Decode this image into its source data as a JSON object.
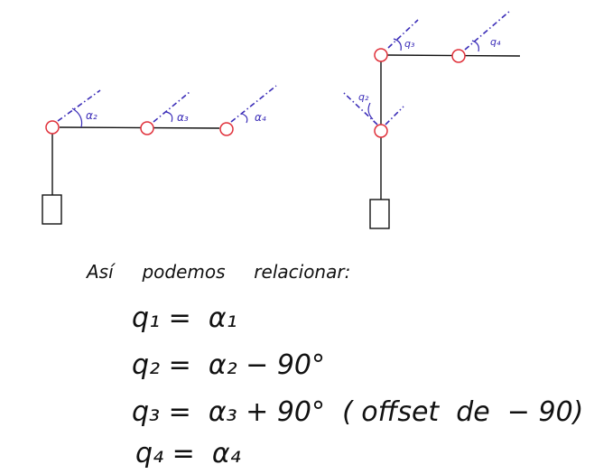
{
  "colors": {
    "ink": "#111111",
    "annotation": "#3b2db8",
    "joint": "#e0303a",
    "background": "#ffffff"
  },
  "left_diagram": {
    "angle_labels": [
      "α₂",
      "α₃",
      "α₄"
    ]
  },
  "right_diagram": {
    "angle_labels": [
      "q₂",
      "q₃",
      "q₄"
    ]
  },
  "text": {
    "intro": "Así     podemos     relacionar:",
    "eq1": "q₁ =  α₁",
    "eq2": "q₂ =  α₂ − 90°",
    "eq3": "q₃ =  α₃ + 90°  ( offset  de  − 90)",
    "eq4": "q₄ =  α₄"
  }
}
